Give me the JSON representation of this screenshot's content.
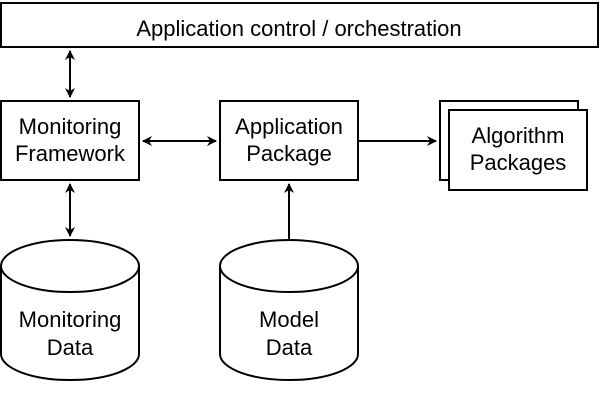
{
  "nodes": {
    "orchestration": {
      "label": "Application control / orchestration"
    },
    "monitoring_framework": {
      "label_lines": [
        "Monitoring",
        "Framework"
      ]
    },
    "application_package": {
      "label_lines": [
        "Application",
        "Package"
      ]
    },
    "algorithm_packages": {
      "label_lines": [
        "Algorithm",
        "Packages"
      ]
    },
    "monitoring_data": {
      "label_lines": [
        "Monitoring",
        "Data"
      ]
    },
    "model_data": {
      "label_lines": [
        "Model",
        "Data"
      ]
    }
  },
  "edges": [
    {
      "from": "orchestration",
      "to": "monitoring_framework",
      "direction": "both"
    },
    {
      "from": "monitoring_framework",
      "to": "application_package",
      "direction": "both"
    },
    {
      "from": "application_package",
      "to": "algorithm_packages",
      "direction": "forward"
    },
    {
      "from": "monitoring_framework",
      "to": "monitoring_data",
      "direction": "both"
    },
    {
      "from": "model_data",
      "to": "application_package",
      "direction": "forward"
    }
  ]
}
